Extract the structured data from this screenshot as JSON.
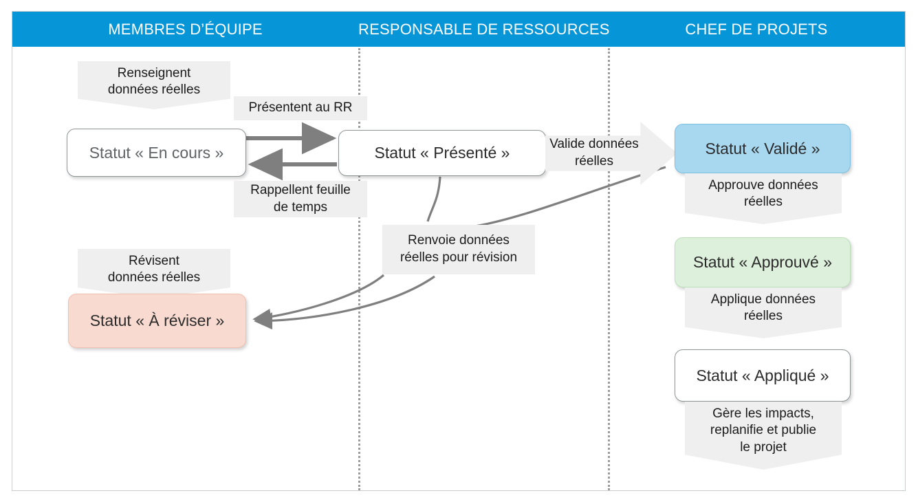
{
  "diagram": {
    "title_lanes": [
      {
        "label": "MEMBRES D’ÉQUIPE"
      },
      {
        "label": "RESPONSABLE DE RESSOURCES"
      },
      {
        "label": "CHEF DE PROJETS"
      }
    ],
    "colors": {
      "header_band": "#0696D7",
      "status_blue": "#A8D8F0",
      "status_green": "#DDF0DC",
      "status_pink": "#F8DAD0",
      "status_white": "#FFFFFF",
      "callout_grey": "#EFEFEF",
      "connector_grey": "#7F7F7F",
      "frame_border": "#C9CCCE"
    },
    "lane1": {
      "callout_renseignent": "Renseignent\ndonnées réelles",
      "callout_renseignent_line1": "Renseignent",
      "callout_renseignent_line2": "données réelles",
      "status_en_cours": "Statut « En cours »",
      "callout_revisent_line1": "Révisent",
      "callout_revisent_line2": "données réelles",
      "status_a_reviser": "Statut « À réviser »"
    },
    "lane2": {
      "status_presente": "Statut « Présenté »",
      "label_renvoie_line1": "Renvoie données",
      "label_renvoie_line2": "réelles pour révision"
    },
    "lane3": {
      "status_valide": "Statut « Validé »",
      "callout_approuve_line1": "Approuve données",
      "callout_approuve_line2": "réelles",
      "status_approuve": "Statut « Approuvé »",
      "callout_applique_line1": "Applique données",
      "callout_applique_line2": "réelles",
      "status_applique": "Statut « Appliqué »",
      "callout_gere_line1": "Gère les impacts,",
      "callout_gere_line2": "replanifie et publie",
      "callout_gere_line3": "le projet"
    },
    "connectors": {
      "presentent_au_rr": "Présentent au RR",
      "rappellent_line1": "Rappellent feuille",
      "rappellent_line2": "de temps",
      "valide_line1": "Valide données",
      "valide_line2": "réelles"
    }
  }
}
